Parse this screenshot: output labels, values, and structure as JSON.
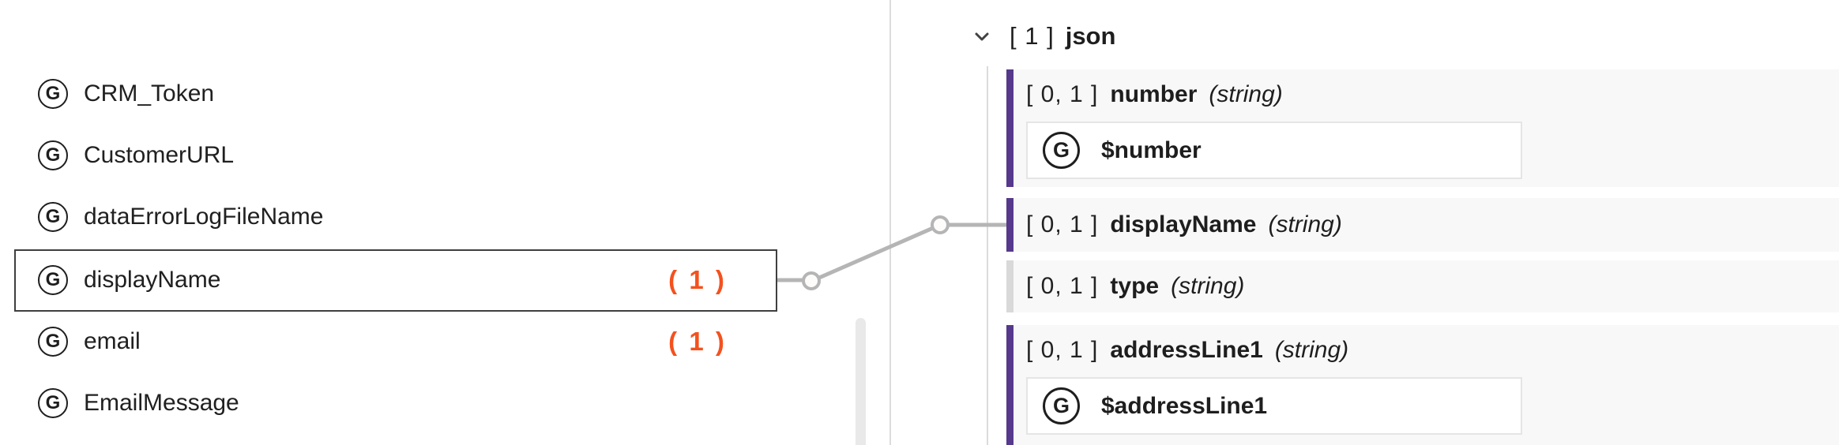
{
  "source_panel": {
    "badge_letter": "G",
    "variables": [
      {
        "label": "CRM_Token",
        "count": ""
      },
      {
        "label": "CustomerURL",
        "count": ""
      },
      {
        "label": "dataErrorLogFileName",
        "count": ""
      },
      {
        "label": "displayName",
        "count": "( 1 )"
      },
      {
        "label": "email",
        "count": "( 1 )"
      },
      {
        "label": "EmailMessage",
        "count": ""
      }
    ]
  },
  "target_panel": {
    "root_node": {
      "cardinality": "[ 1 ]",
      "name": "json"
    },
    "nodes": [
      {
        "cardinality": "[ 0, 1 ]",
        "name": "number",
        "type": "(string)",
        "mapping": {
          "badge": "G",
          "expression": "$number"
        }
      },
      {
        "cardinality": "[ 0, 1 ]",
        "name": "displayName",
        "type": "(string)"
      },
      {
        "cardinality": "[ 0, 1 ]",
        "name": "type",
        "type": "(string)"
      },
      {
        "cardinality": "[ 0, 1 ]",
        "name": "addressLine1",
        "type": "(string)",
        "mapping": {
          "badge": "G",
          "expression": "$addressLine1"
        }
      }
    ]
  },
  "colors": {
    "accent_purple": "#56398c",
    "accent_gray": "#d9d9d9",
    "count_orange": "#f4511e",
    "connector_gray": "#b5b5b5",
    "row_background": "#f8f8f8"
  }
}
